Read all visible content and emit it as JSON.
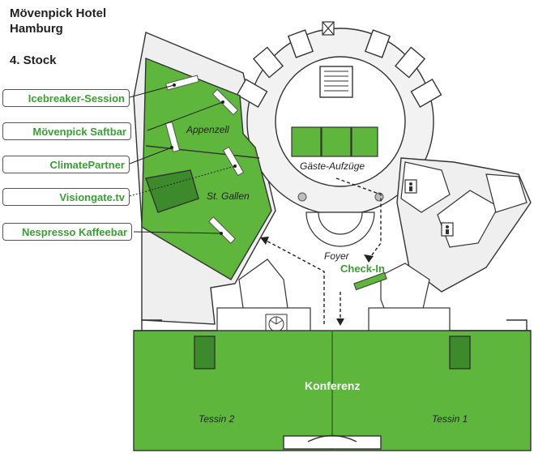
{
  "header": {
    "hotel_name_line1": "Mövenpick Hotel",
    "hotel_name_line2": "Hamburg",
    "floor": "4. Stock"
  },
  "legend_labels": [
    {
      "id": "icebreaker",
      "text": "Icebreaker-Session"
    },
    {
      "id": "saftbar",
      "text": "Mövenpick Saftbar"
    },
    {
      "id": "climatepartner",
      "text": "ClimatePartner"
    },
    {
      "id": "visiongate",
      "text": "Visiongate.tv"
    },
    {
      "id": "nespresso",
      "text": "Nespresso Kaffeebar"
    }
  ],
  "rooms": {
    "appenzell": "Appenzell",
    "st_gallen": "St. Gallen",
    "gaeste_aufzuege": "Gäste-Aufzüge",
    "foyer": "Foyer",
    "check_in": "Check-In",
    "konferenz": "Konferenz",
    "tessin_2": "Tessin 2",
    "tessin_1": "Tessin 1"
  },
  "colors": {
    "area_green": "#5fb63d",
    "dark_green": "#3d8a2c",
    "label_text_green": "#3a9e34",
    "wall_line": "#333333",
    "corridor_gray": "#d9d9d9"
  },
  "icons": [
    "elevator-icon",
    "toilet-icon",
    "staircase-icon",
    "direction-arrow-icon"
  ]
}
